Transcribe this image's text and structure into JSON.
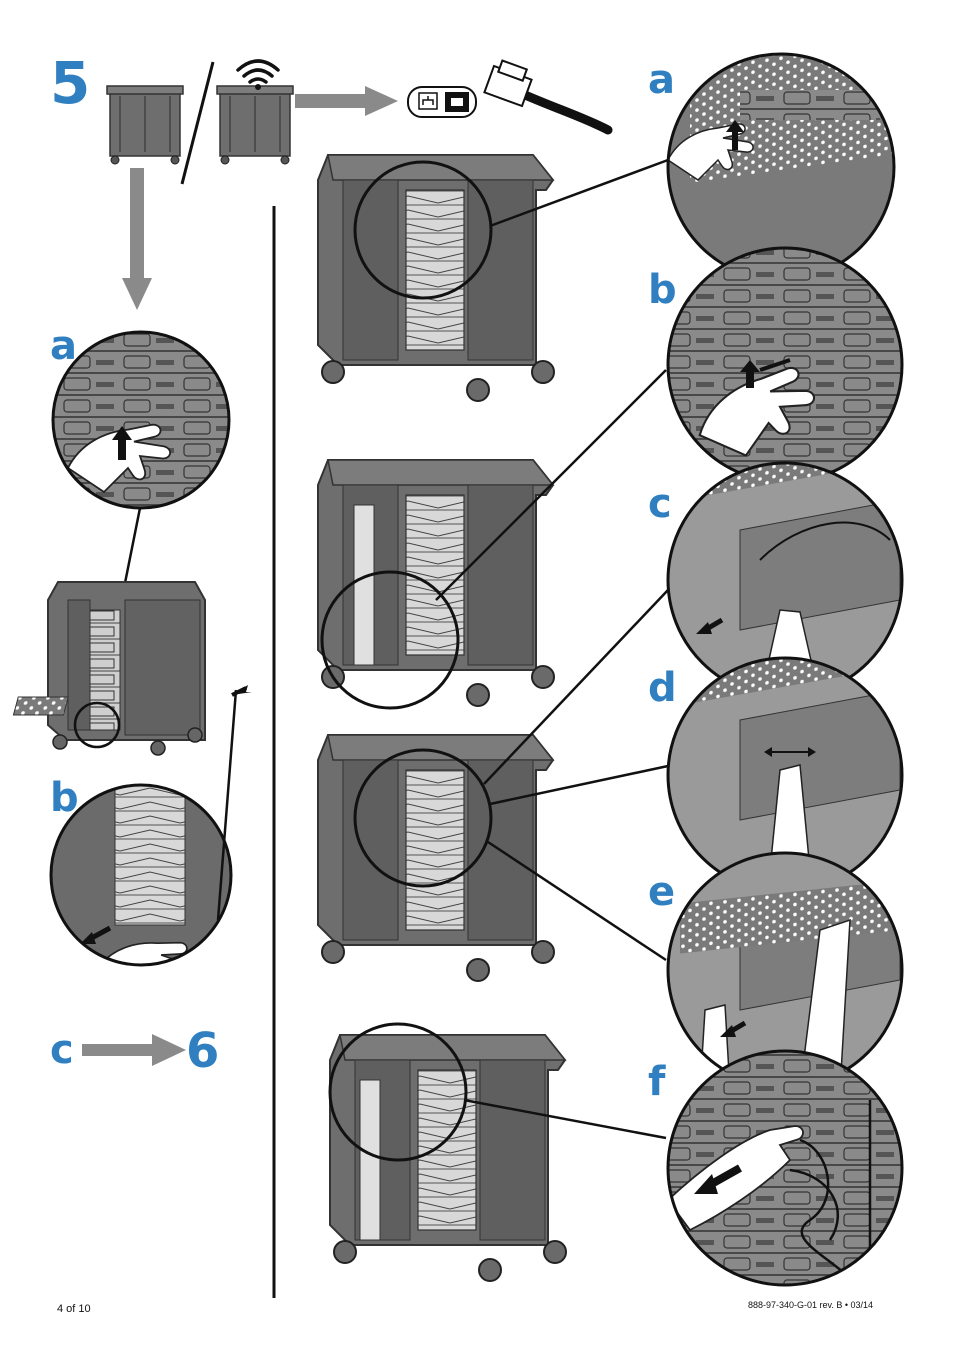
{
  "step": {
    "number": "5",
    "next_step": "6",
    "substeps_left": [
      "a",
      "b",
      "c"
    ],
    "substeps_right": [
      "a",
      "b",
      "c",
      "d",
      "e",
      "f"
    ]
  },
  "footer": {
    "page": "4 of 10",
    "doc_number": "888-97-340-G-01 rev. B • 03/14"
  },
  "colors": {
    "accent": "#2f7fc1",
    "cart_gray": "#6e6e6e",
    "cart_dark": "#4a4a4a",
    "arrow_gray": "#8a8a8a",
    "line": "#111111"
  },
  "icons": [
    "cart-icon",
    "wifi-icon",
    "network-port-icon",
    "ethernet-cable-icon",
    "arrow-right-icon",
    "arrow-down-icon"
  ]
}
